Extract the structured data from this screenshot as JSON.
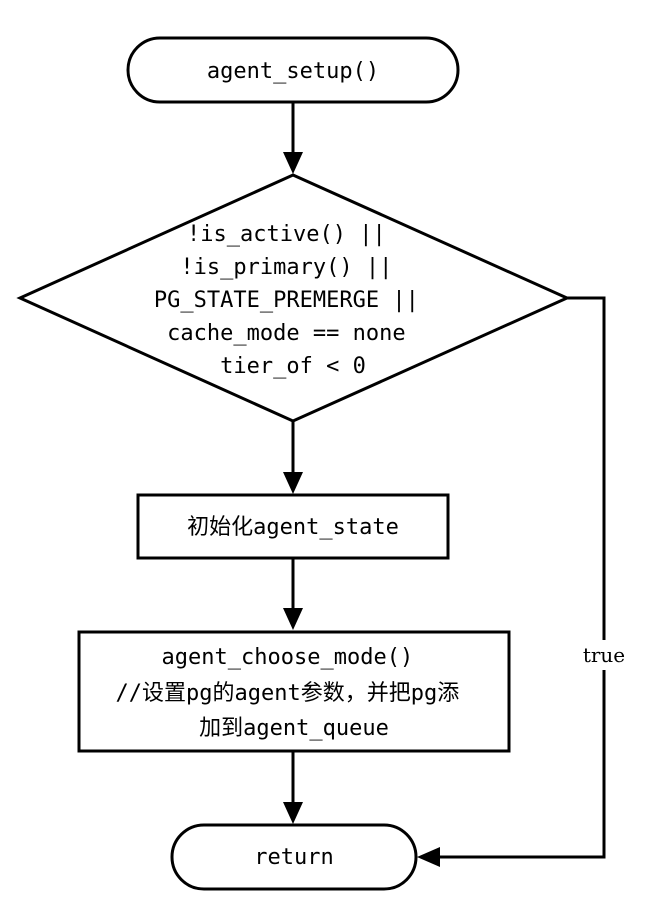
{
  "diagram": {
    "type": "flowchart",
    "nodes": {
      "start": {
        "shape": "terminal",
        "lines": [
          "agent_setup()"
        ]
      },
      "condition": {
        "shape": "decision",
        "lines": [
          "!is_active() ||",
          "!is_primary() ||",
          "PG_STATE_PREMERGE ||",
          "cache_mode == none",
          "tier_of < 0"
        ]
      },
      "init_state": {
        "shape": "process",
        "lines": [
          "初始化agent_state"
        ]
      },
      "choose_mode": {
        "shape": "process",
        "lines": [
          "agent_choose_mode()",
          "//设置pg的agent参数，并把pg添",
          "加到agent_queue"
        ]
      },
      "end": {
        "shape": "terminal",
        "lines": [
          "return"
        ]
      }
    },
    "edges": [
      {
        "from": "start",
        "to": "condition",
        "label": ""
      },
      {
        "from": "condition",
        "to": "init_state",
        "label": ""
      },
      {
        "from": "init_state",
        "to": "choose_mode",
        "label": ""
      },
      {
        "from": "choose_mode",
        "to": "end",
        "label": ""
      },
      {
        "from": "condition",
        "to": "end",
        "label": "true"
      }
    ],
    "colors": {
      "stroke": "#000000",
      "fill": "#ffffff",
      "text": "#000000"
    }
  }
}
